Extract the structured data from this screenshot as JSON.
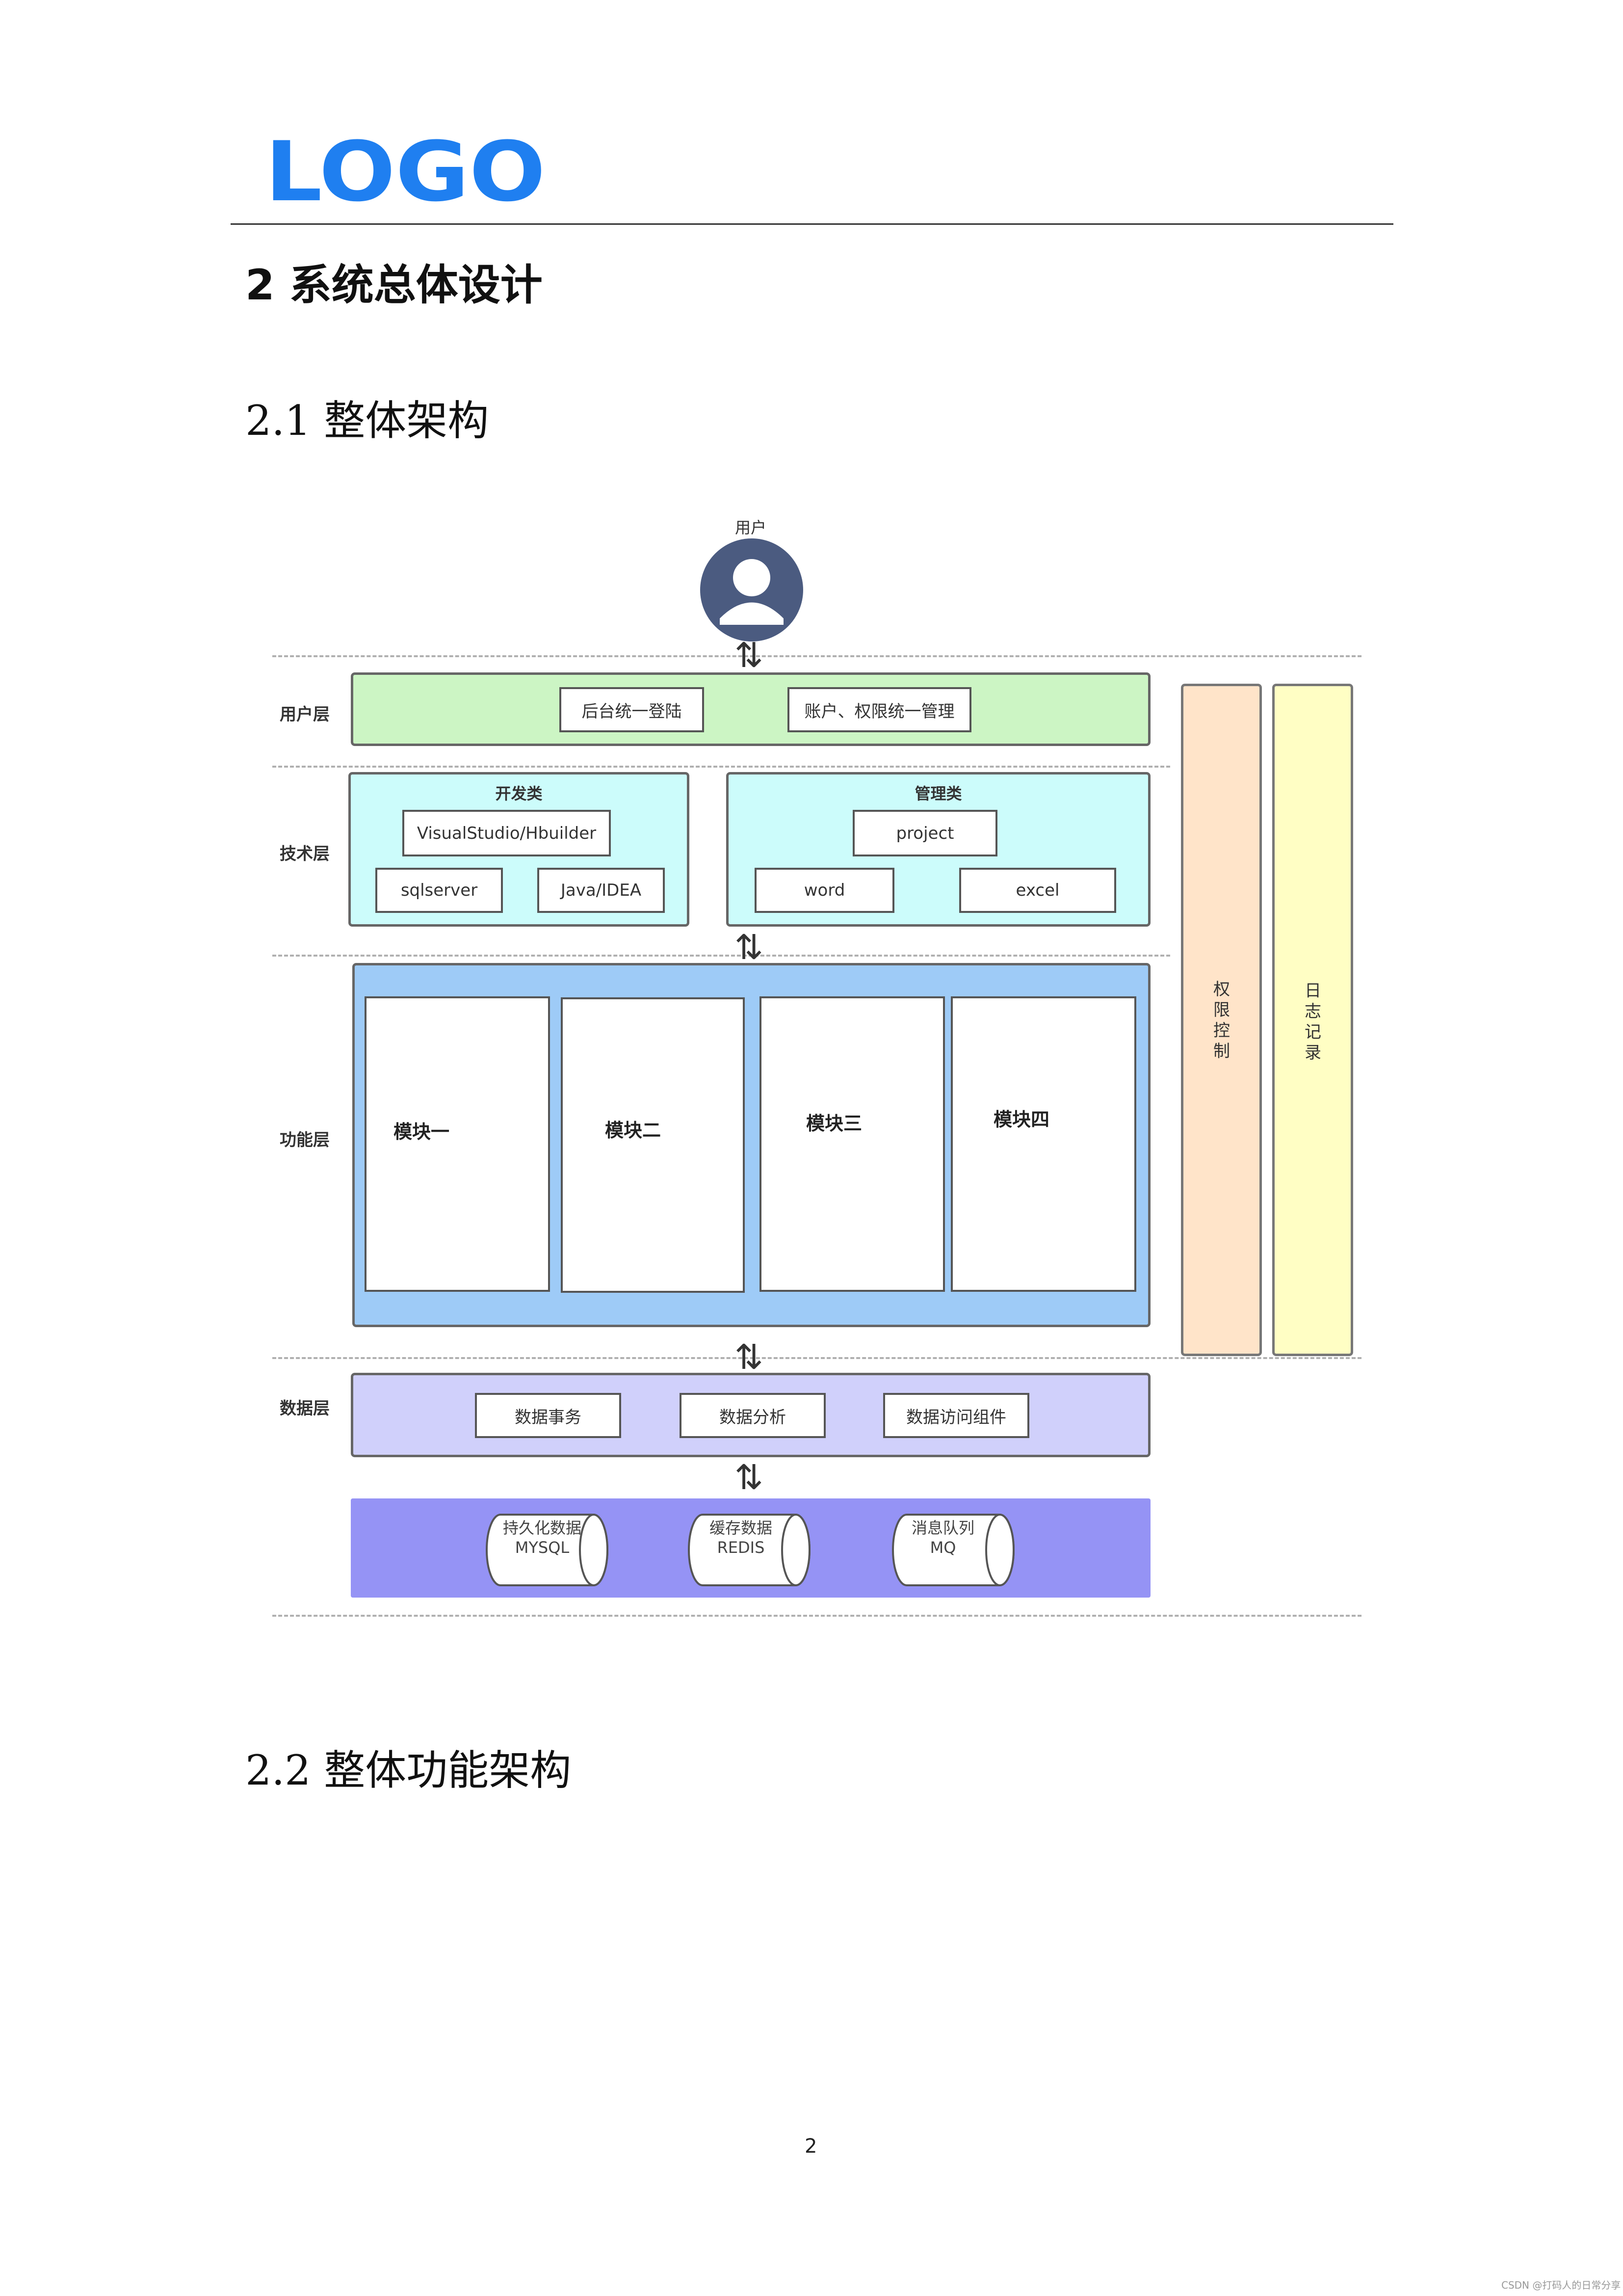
{
  "header": {
    "logo_text": "LOGO"
  },
  "headings": {
    "section": "2 系统总体设计",
    "sub1": "2.1 整体架构",
    "sub2": "2.2 整体功能架构"
  },
  "diagram": {
    "user_label": "用户",
    "layers": {
      "user": "用户层",
      "tech": "技术层",
      "function": "功能层",
      "data": "数据层"
    },
    "user_layer": {
      "items": [
        "后台统一登陆",
        "账户、权限统一管理"
      ]
    },
    "tech_layer": {
      "dev": {
        "title": "开发类",
        "items": [
          "VisualStudio/Hbuilder",
          "sqlserver",
          "Java/IDEA"
        ]
      },
      "mgmt": {
        "title": "管理类",
        "items": [
          "project",
          "word",
          "excel"
        ]
      }
    },
    "function_layer": {
      "modules": [
        "模块一",
        "模块二",
        "模块三",
        "模块四"
      ]
    },
    "data_layer": {
      "items": [
        "数据事务",
        "数据分析",
        "数据访问组件"
      ]
    },
    "storage": [
      {
        "line1": "持久化数据",
        "line2": "MYSQL"
      },
      {
        "line1": "缓存数据",
        "line2": "REDIS"
      },
      {
        "line1": "消息队列",
        "line2": "MQ"
      }
    ],
    "side_bars": {
      "permission": "权限控制",
      "log": "日志记录"
    },
    "colors": {
      "user_layer": "#ccf5c4",
      "tech_layer": "#ccfcfb",
      "function_layer": "#9ecbf7",
      "data_layer": "#d0d0fb",
      "storage_layer": "#9593f5",
      "permission_bar": "#ffe4c9",
      "log_bar": "#fffec4",
      "avatar": "#4b5b80"
    }
  },
  "footer": {
    "page_number": "2",
    "watermark": "CSDN @打码人的日常分享"
  }
}
